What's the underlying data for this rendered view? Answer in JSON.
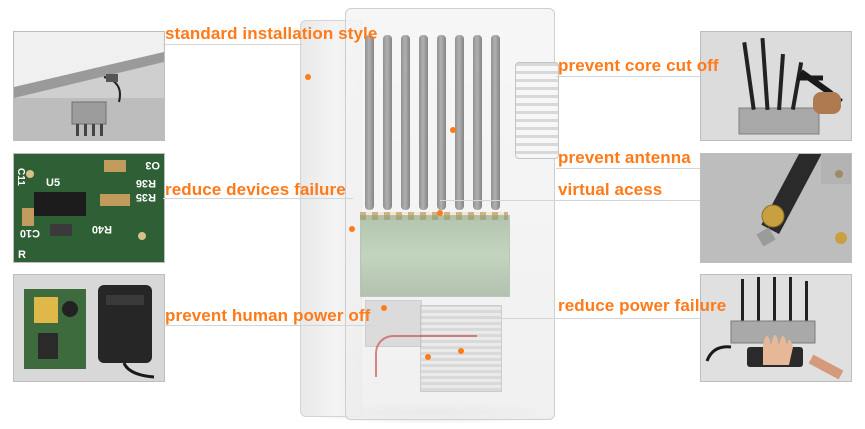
{
  "labels": {
    "standard_installation": "standard installation style",
    "reduce_devices_failure": "reduce devices failure",
    "prevent_human_power_off": "prevent human power off",
    "prevent_core_cut_off": "prevent core cut off",
    "prevent_antenna": "prevent antenna",
    "virtual_acess": "virtual acess",
    "reduce_power_failure": "reduce power failure"
  },
  "board_text": {
    "c11": "C11",
    "u5": "U5",
    "r36": "R36",
    "r35": "R35",
    "o3": "O3",
    "r40": "R40",
    "c10": "C10",
    "r": "R"
  },
  "colors": {
    "label_orange": "#ff7a18",
    "device_white": "#f2f2f2",
    "pcb_green": "#2f5f35"
  },
  "icons": {
    "device": "jammer-enclosure",
    "photos": [
      "wall-mount-photo",
      "pcb-closeup-photo",
      "power-adapter-photo",
      "antenna-cut-photo",
      "antenna-connector-photo",
      "handheld-jammer-photo"
    ]
  }
}
